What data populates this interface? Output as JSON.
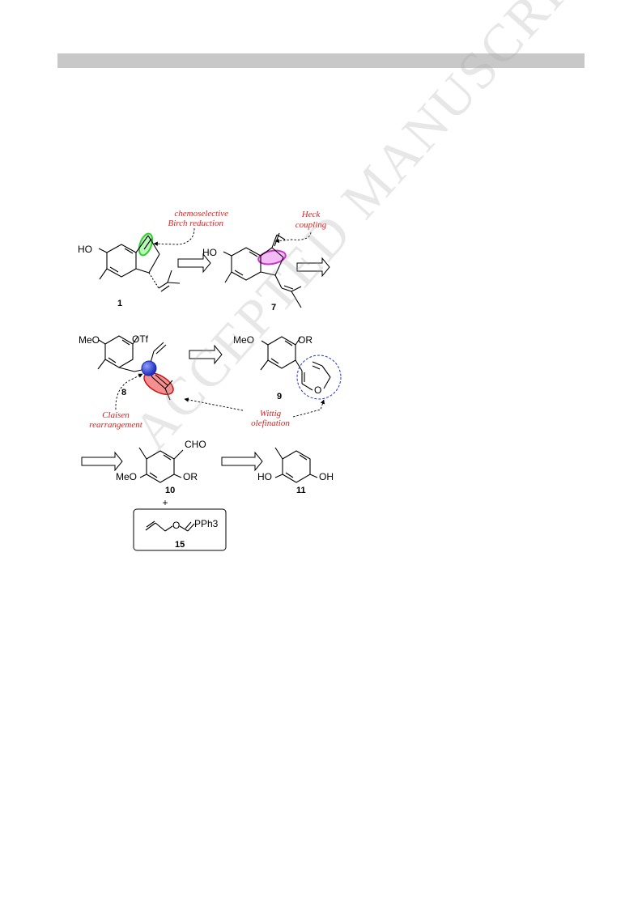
{
  "watermark": "ACCEPTED MANUSCRIPT",
  "compounds": {
    "c1": "1",
    "c7": "7",
    "c8": "8",
    "c9": "9",
    "c10": "10",
    "c11": "11",
    "c15": "15"
  },
  "groups": {
    "ho": "HO",
    "meo": "MeO",
    "otf": "OTf",
    "or": "OR",
    "cho": "CHO",
    "oh": "OH",
    "o": "O",
    "pph3": "PPh3",
    "plus": "+"
  },
  "annotations": {
    "birch_l1": "chemoselective",
    "birch_l2": "Birch reduction",
    "heck_l1": "Heck",
    "heck_l2": "coupling",
    "claisen_l1": "Claisen",
    "claisen_l2": "rearrangement",
    "wittig_l1": "Wittig",
    "wittig_l2": "olefination"
  },
  "colors": {
    "header_bar": "#c8c8c8",
    "annotation_text": "#e02020",
    "green_highlight": "#33ee33",
    "magenta_highlight": "#e040e0",
    "blue_sphere": "#2a3ad8",
    "red_highlight": "#ee2222",
    "dashed_circle": "#2233cc"
  }
}
